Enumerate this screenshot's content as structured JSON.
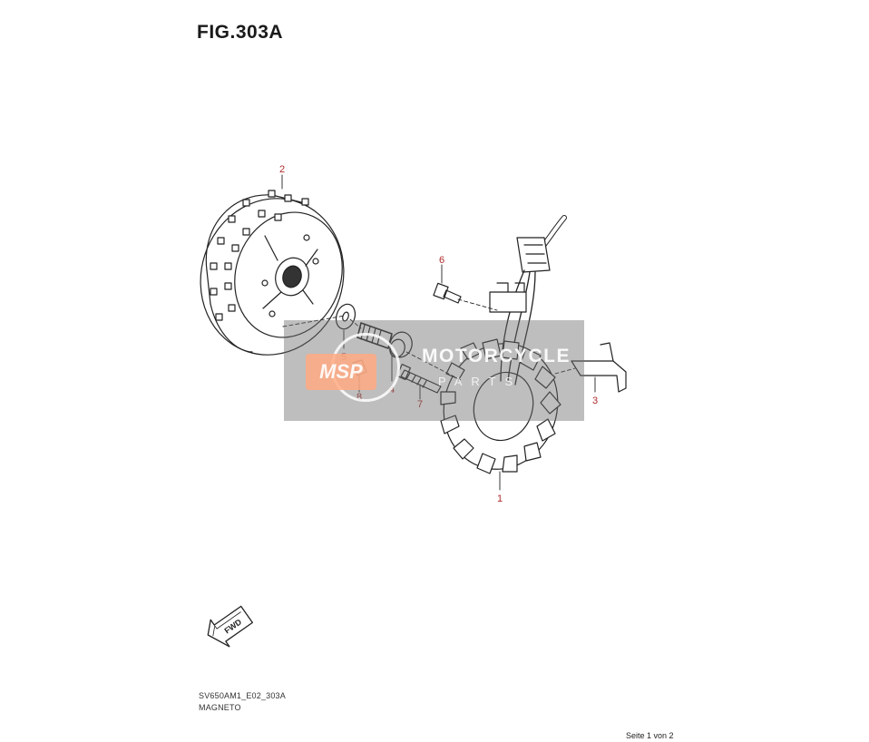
{
  "figure": {
    "title": "FIG.303A",
    "model_code": "SV650AM1_E02_303A",
    "name": "MAGNETO",
    "page_info": "Seite 1 von 2"
  },
  "callouts": [
    {
      "id": "callout-1",
      "label": "1"
    },
    {
      "id": "callout-2",
      "label": "2"
    },
    {
      "id": "callout-3",
      "label": "3"
    },
    {
      "id": "callout-4",
      "label": "4"
    },
    {
      "id": "callout-5",
      "label": "5"
    },
    {
      "id": "callout-6",
      "label": "6"
    },
    {
      "id": "callout-7",
      "label": "7"
    },
    {
      "id": "callout-8",
      "label": "8"
    }
  ],
  "fwd_arrow": {
    "label": "FWD",
    "icon": "fwd-arrow-icon"
  },
  "watermark": {
    "logo": "MSP",
    "line1": "MOTORCYCLE",
    "line2": "PARTS",
    "color": "#8a8a8a",
    "logo_color": "#ffb08a"
  },
  "colors": {
    "callout": "#b02a2a",
    "line": "#222222"
  }
}
